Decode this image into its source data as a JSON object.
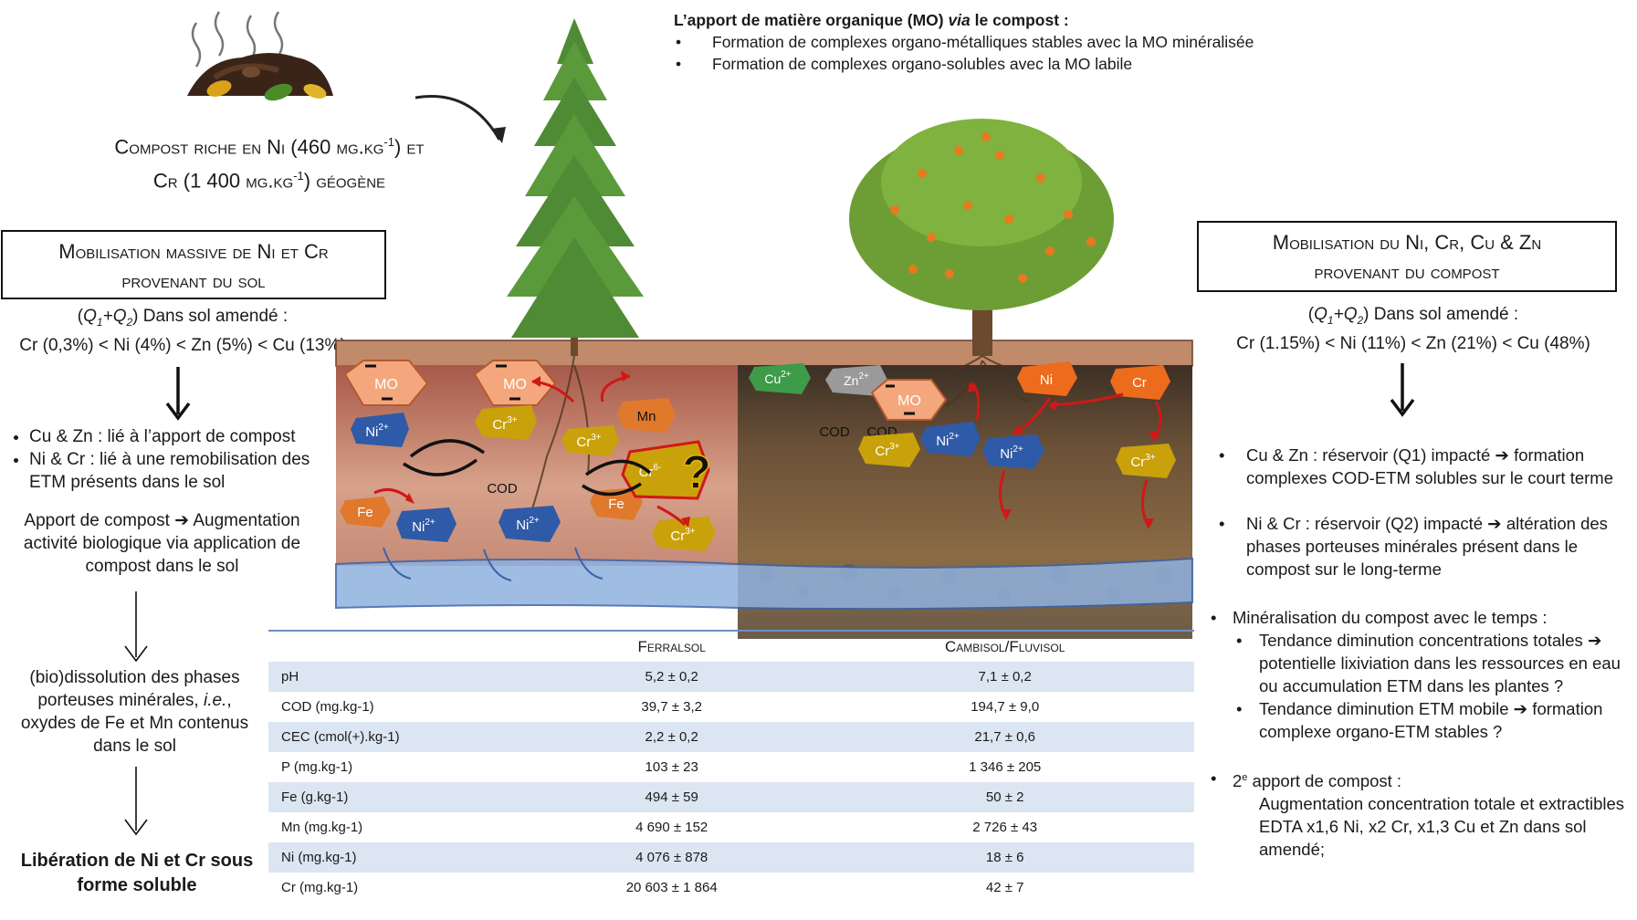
{
  "compost_label": {
    "line1": "Compost riche en Ni (460 mg.kg",
    "line1_sup": "-1",
    "line1_end": ") et",
    "line2": "Cr (1 400 mg.kg",
    "line2_sup": "-1",
    "line2_end": ") géogène"
  },
  "om_input": {
    "title_a": "L’apport de matière organique (MO) ",
    "title_via": "via",
    "title_b": " le compost :",
    "items": [
      "Formation de complexes organo-métalliques stables avec la MO minéralisée",
      "Formation de complexes organo-solubles avec la MO labile"
    ]
  },
  "left": {
    "box_line1": "Mobilisation massive de Ni et Cr",
    "box_line2": "provenant du sol",
    "q_line1_pre": "(",
    "q_line1_q": "Q1+Q2",
    "q_line1_post": ") Dans sol amendé :",
    "q_line2": "Cr (0,3%) < Ni (4%) < Zn (5%) < Cu (13%)",
    "bullets": [
      "Cu & Zn : lié à l’apport de compost",
      "Ni & Cr : lié à une remobilisation des ETM présents dans le sol"
    ],
    "apport": "Apport de compost ➔ Augmentation activité biologique via application de compost dans le sol",
    "dissolution_a": "(bio)dissolution des phases porteuses minérales,",
    "dissolution_ie": "i.e.",
    "dissolution_b": ", oxydes de Fe et Mn contenus dans le sol",
    "final": "Libération de Ni et Cr sous forme soluble"
  },
  "right": {
    "box_line1": "Mobilisation du Ni, Cr, Cu & Zn",
    "box_line2": "provenant du compost",
    "q_line1_pre": "(",
    "q_line1_q": "Q1+Q2",
    "q_line1_post": ") Dans sol amendé :",
    "q_line2": "Cr (1.15%) < Ni (11%) < Zn (21%) < Cu (48%)",
    "b1": "Cu & Zn : réservoir (Q1) impacté ➔ formation complexes COD-ETM solubles sur le court terme",
    "b2": "Ni & Cr : réservoir (Q2) impacté ➔ altération des phases porteuses minérales présent dans le compost sur le long-terme",
    "b3_title": "Minéralisation du compost avec le temps :",
    "b3_sub": [
      "Tendance diminution concentrations totales ➔ potentielle lixiviation dans les ressources en eau ou accumulation ETM dans les plantes ?",
      "Tendance diminution ETM mobile ➔ formation complexe organo-ETM stables ?"
    ],
    "b4_pre": "2",
    "b4_sup": "e",
    "b4_title": " apport de compost :",
    "b4_text": "Augmentation concentration totale et extractibles EDTA x1,6 Ni, x2 Cr, x1,3 Cu et Zn dans sol amendé;"
  },
  "diagram": {
    "labels": {
      "mo": "MO",
      "cod": "COD",
      "fe": "Fe",
      "mn": "Mn",
      "ni": "Ni",
      "cr": "Cr",
      "cu": "Cu",
      "zn": "Zn",
      "question": "?"
    },
    "colors": {
      "mo": "#f4a77c",
      "ni_ion": "#2f5aa8",
      "cr_ion": "#c9a10a",
      "fe": "#e0792c",
      "orange_metal": "#ec6b1c",
      "cu": "#3d9b49",
      "zn": "#9a9a9a",
      "arrow_red": "#d01818",
      "water": "#8fb1df"
    }
  },
  "table": {
    "headers": [
      "",
      "Ferralsol",
      "Cambisol/Fluvisol"
    ],
    "rows": [
      {
        "param": "pH",
        "ferralsol": "5,2 ± 0,2",
        "cambisol": "7,1 ± 0,2"
      },
      {
        "param": "COD (mg.kg-1)",
        "ferralsol": "39,7 ± 3,2",
        "cambisol": "194,7 ± 9,0"
      },
      {
        "param": "CEC (cmol(+).kg-1)",
        "ferralsol": "2,2 ± 0,2",
        "cambisol": "21,7 ± 0,6"
      },
      {
        "param": "P (mg.kg-1)",
        "ferralsol": "103 ± 23",
        "cambisol": "1 346 ± 205"
      },
      {
        "param": "Fe (g.kg-1)",
        "ferralsol": "494 ± 59",
        "cambisol": "50 ± 2"
      },
      {
        "param": "Mn (mg.kg-1)",
        "ferralsol": "4 690 ± 152",
        "cambisol": "2 726 ± 43"
      },
      {
        "param": "Ni (mg.kg-1)",
        "ferralsol": "4 076 ± 878",
        "cambisol": "18 ± 6"
      },
      {
        "param": "Cr (mg.kg-1)",
        "ferralsol": "20 603 ± 1 864",
        "cambisol": "42 ± 7"
      }
    ]
  }
}
